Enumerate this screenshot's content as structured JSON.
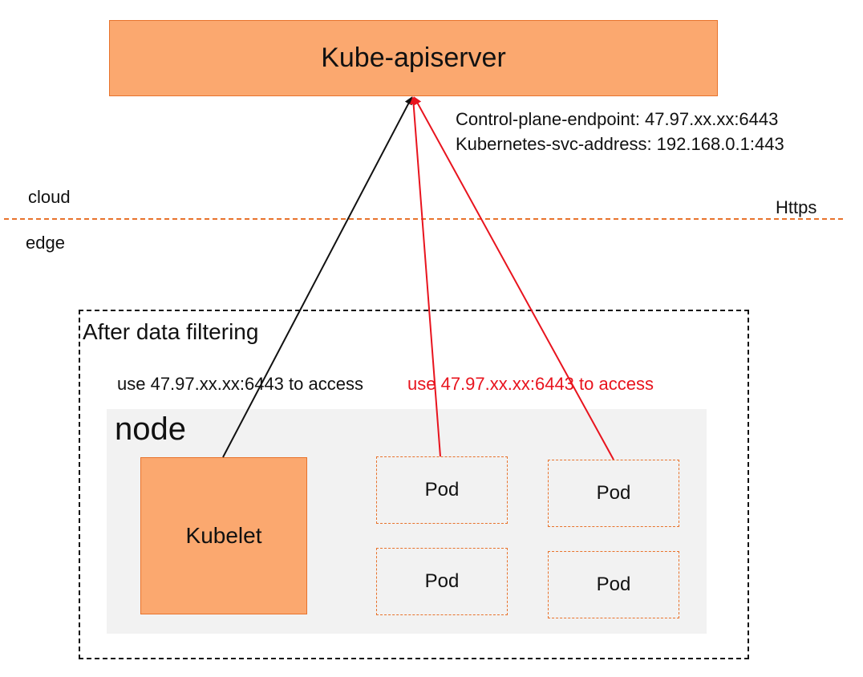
{
  "apiserver": {
    "label": "Kube-apiserver"
  },
  "endpoints": {
    "control_plane": "Control-plane-endpoint: 47.97.xx.xx:6443",
    "svc_address": "Kubernetes-svc-address: 192.168.0.1:443"
  },
  "zones": {
    "cloud": "cloud",
    "edge": "edge",
    "protocol": "Https"
  },
  "filter_box": {
    "title": "After data filtering",
    "kubelet_access": "use 47.97.xx.xx:6443 to access",
    "pod_access": "use 47.97.xx.xx:6443 to access"
  },
  "node": {
    "label": "node",
    "kubelet": "Kubelet",
    "pods": [
      "Pod",
      "Pod",
      "Pod",
      "Pod"
    ]
  },
  "colors": {
    "box_fill": "#FBA86F",
    "box_border": "#E8732C",
    "red_link": "#E8141E",
    "node_bg": "#F2F2F2"
  }
}
